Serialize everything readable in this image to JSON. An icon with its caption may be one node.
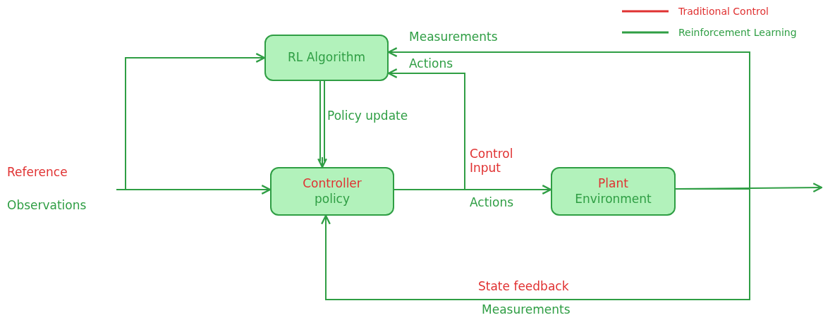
{
  "diagram": {
    "nodes": [
      {
        "text": [
          "RL Algorithm"
        ]
      },
      {
        "text": [
          "Controller",
          "policy"
        ]
      },
      {
        "text": [
          "Plant",
          "Environment"
        ]
      },
      {
        "text": [
          "Reference",
          "Observations"
        ]
      }
    ],
    "edges": [
      {
        "from": 3,
        "to": 1,
        "arrow": "to"
      },
      {
        "from": 3,
        "to": 0,
        "arrow": "to"
      },
      {
        "from": 1,
        "to": 2,
        "arrow": "to",
        "label": "Control Input"
      },
      {
        "from": 1,
        "to": 0,
        "arrow": "to",
        "label": "Actions"
      },
      {
        "from": 2,
        "to": 0,
        "arrow": "to",
        "label": "Measurements"
      },
      {
        "from": 2,
        "to": 1,
        "arrow": "to",
        "label": "State feedback"
      },
      {
        "from": 2,
        "to": null,
        "arrow": "to"
      },
      {
        "from": 0,
        "to": 1,
        "arrow": "to",
        "label": "Policy update"
      }
    ],
    "labels": [
      "Actions",
      "Measurements"
    ],
    "legend": [
      {
        "text": "Traditional Control",
        "color": "#e03131"
      },
      {
        "text": "Reinforcement Learning",
        "color": "#2f9e44"
      }
    ]
  }
}
